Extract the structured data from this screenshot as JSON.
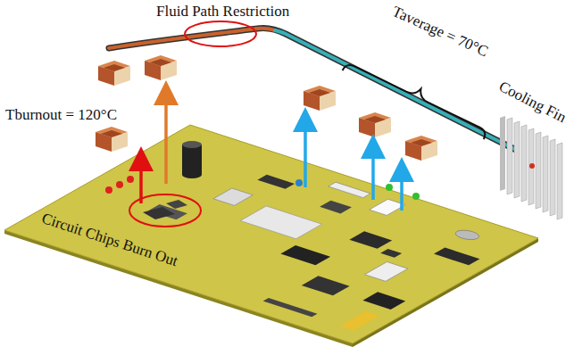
{
  "diagram": {
    "labels": [
      "Fluid Path Restriction",
      "Taverage = 70°C",
      "Cooling Fin",
      "Tburnout = 120°C",
      "Circuit Chips Burn Out"
    ]
  }
}
